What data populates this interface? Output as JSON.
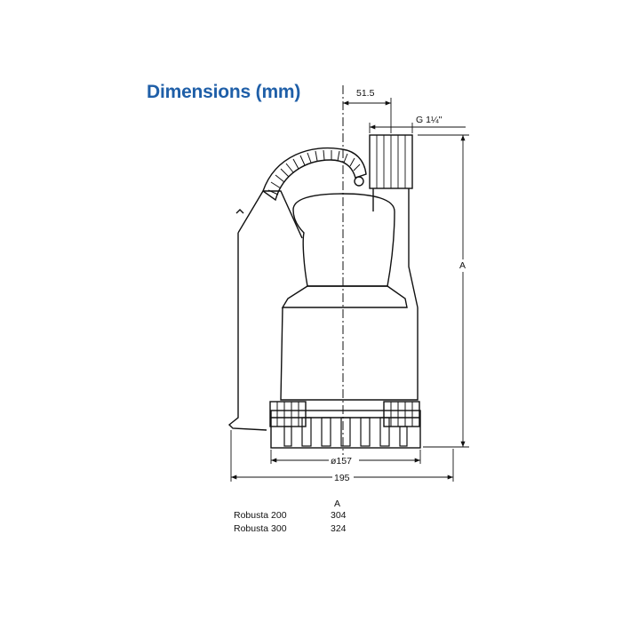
{
  "title": "Dimensions (mm)",
  "dimensions": {
    "offset": "51.5",
    "thread": "G 1¼\"",
    "height": "A",
    "base_diameter": "ø157",
    "overall_width": "195"
  },
  "table": {
    "header": "A",
    "rows": [
      {
        "model": "Robusta 200",
        "a": "304"
      },
      {
        "model": "Robusta 300",
        "a": "324"
      }
    ]
  },
  "colors": {
    "title": "#1f5fa8",
    "line": "#111111"
  }
}
